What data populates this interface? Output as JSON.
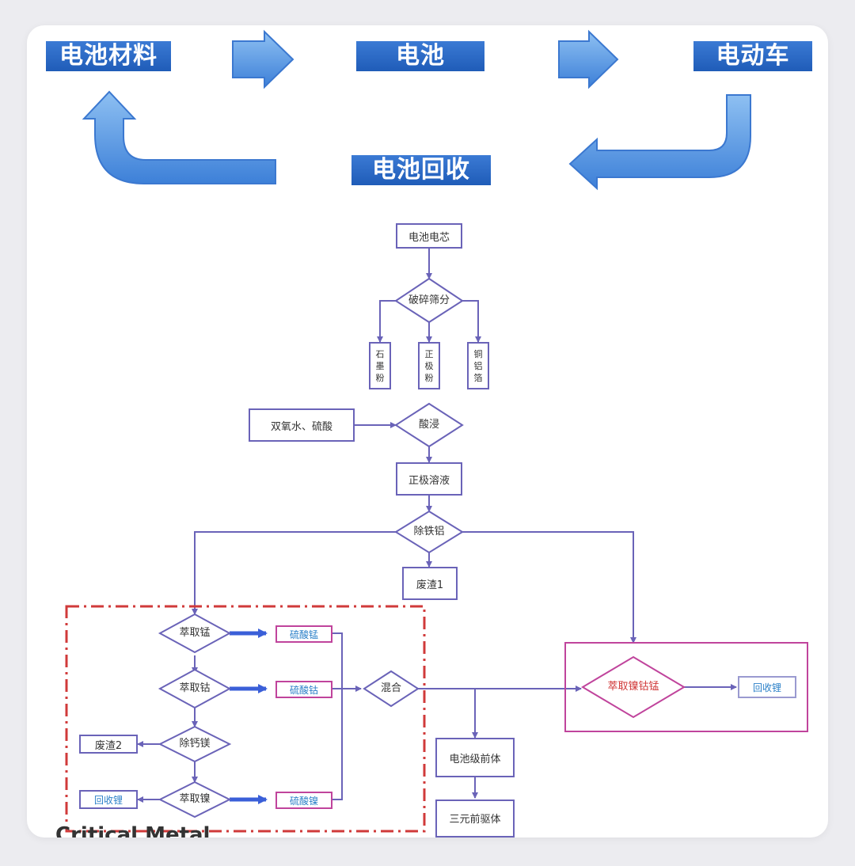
{
  "cycle": {
    "materials": "电池材料",
    "battery": "电池",
    "ev": "电动车",
    "recycle": "电池回收"
  },
  "flow": {
    "cell": "电池电芯",
    "crush": "破碎筛分",
    "graphite": "石墨粉",
    "cathode_powder": "正极粉",
    "cu_al_foil": "铜铝箔",
    "reagent": "双氧水、硫酸",
    "leach": "酸浸",
    "cathode_solution": "正极溶液",
    "remove_fe_al": "除铁铝",
    "waste1": "废渣1",
    "extract_mn": "萃取锰",
    "mn_sulfate": "硫酸锰",
    "extract_co": "萃取钴",
    "co_sulfate": "硫酸钴",
    "mix": "混合",
    "remove_ca_mg": "除钙镁",
    "waste2": "废渣2",
    "extract_ni": "萃取镍",
    "ni_sulfate": "硫酸镍",
    "recovered_left": "回收锂",
    "extract_ni_co_mn": "萃取镍钴锰",
    "recovered_right": "回收锂",
    "precursor": "电池级前体",
    "ternary_precursor": "三元前驱体"
  },
  "caption": "Critical Metal",
  "colors": {
    "header_blue": "#2a68c4",
    "arrow_blue": "#4f92e0",
    "line": "#6a63b8",
    "dash_red": "#d03a3a",
    "frame_pink": "#c0449c",
    "bold_arrow": "#3a5fd8"
  }
}
